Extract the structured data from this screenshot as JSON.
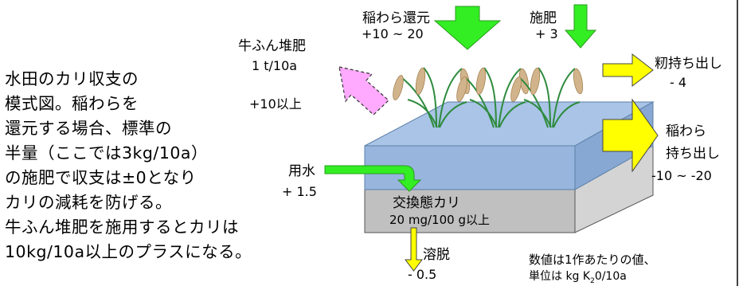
{
  "description_text": "水田のカリ収支の\n模式図。稲わらを\n還元する場合、標準の\n半量（ここでは3kg/10a）\nの施肥で収支は±0となり\nカリの減耗を防げる。\n牛ふん堆肥を施用するとカリは\n10kg/10a以上のプラスになる。",
  "inputs": {
    "straw_return": {
      "label": "稲わら還元",
      "value": "+10 ~ 20"
    },
    "fertilizer": {
      "label": "施肥",
      "value": "+ 3"
    },
    "manure": {
      "label": "牛ふん堆肥",
      "amount": "1  t/10a",
      "value": "+10以上"
    },
    "irrigation": {
      "label": "用水",
      "value": "+ 1.5"
    }
  },
  "outputs": {
    "grain": {
      "label": "籾持ち出し",
      "value": "- 4"
    },
    "straw_removal": {
      "label_line1": "稲わら",
      "label_line2": "持ち出し",
      "value": "-10 ~  -20"
    },
    "leaching": {
      "label": "溶脱",
      "value": "- 0.5"
    }
  },
  "soil": {
    "label": "交換態カリ",
    "value": "20  mg/100  g以上"
  },
  "note": {
    "line1": "数値は1作あたりの値、",
    "line2_prefix": "単位は  kg K",
    "line2_sub": "2",
    "line2_suffix": "0/10a"
  },
  "colors": {
    "green": "#33ee22",
    "yellow": "#ffff00",
    "pink": "#ffaaff",
    "water_top": "#a9c4e6",
    "water_front": "#97b5dd",
    "soil_front": "#c0c0c0",
    "soil_side": "#d4d4d4",
    "plant_green": "#2e8b3e",
    "grain": "#d2b48c"
  }
}
